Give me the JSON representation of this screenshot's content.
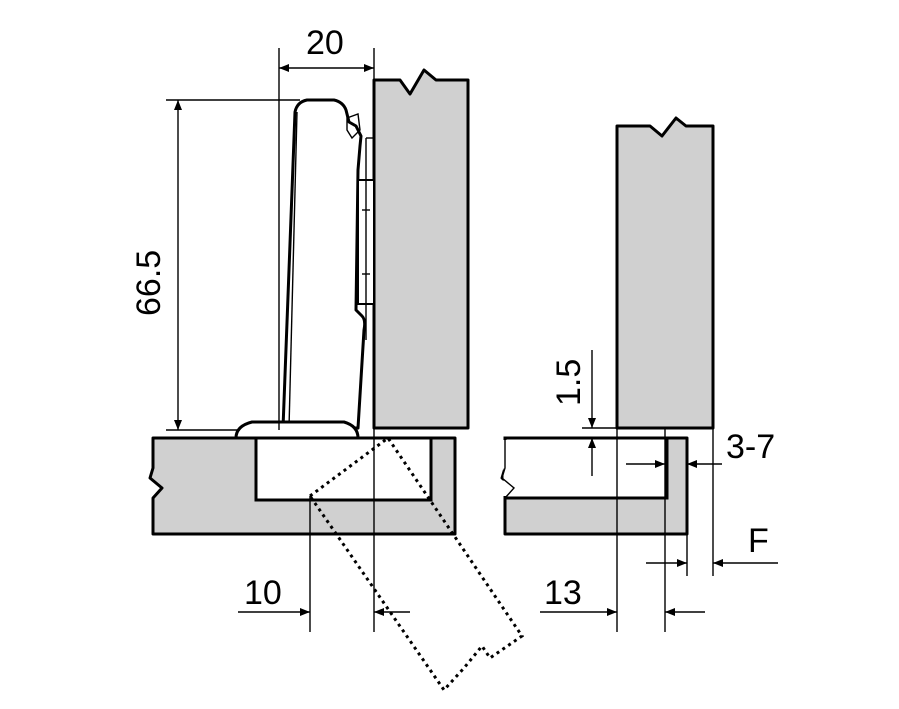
{
  "dimensions": {
    "top_width": "20",
    "hinge_height": "66.5",
    "gap_vertical": "1.5",
    "overlay_range": "3-7",
    "f_label": "F",
    "left_offset": "10",
    "right_offset": "13"
  },
  "colors": {
    "panel_fill": "#d0d0d0",
    "line": "#000000",
    "background": "#ffffff"
  }
}
